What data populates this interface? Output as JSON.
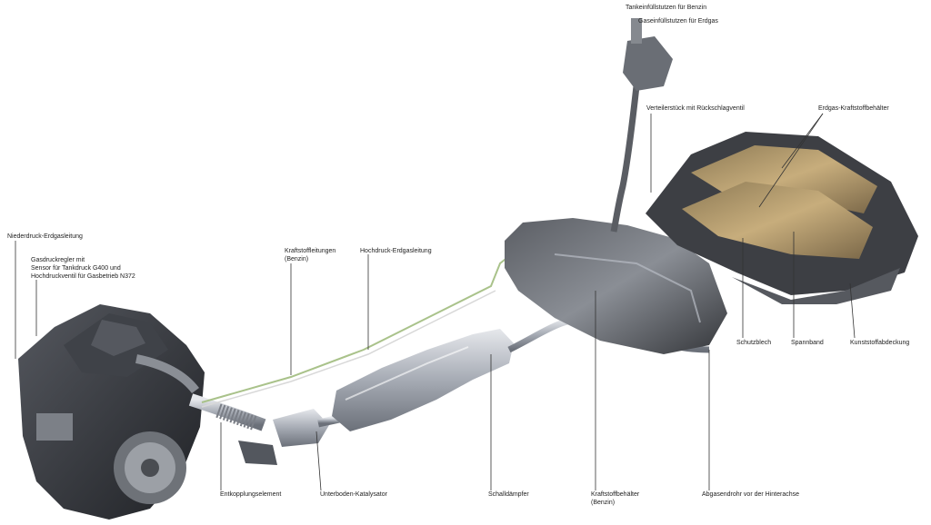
{
  "labels": {
    "tank_filler_petrol": "Tankeinfüllstutzen für Benzin",
    "tank_filler_cng": "Gaseinfüllstutzen für Erdgas",
    "distributor": "Verteilerstück mit Rückschlagventil",
    "cng_tanks": "Erdgas-Kraftstoffbehälter",
    "low_pressure_line": "Niederdruck-Erdgasleitung",
    "gas_regulator_line1": "Gasdruckregler mit",
    "gas_regulator_line2": "Sensor für Tankdruck G400 und",
    "gas_regulator_line3": "Hochdruckventil für Gasbetrieb N372",
    "fuel_lines_line1": "Kraftstoffleitungen",
    "fuel_lines_line2": "(Benzin)",
    "high_pressure_line": "Hochdruck-Erdgasleitung",
    "heat_shield": "Schutzblech",
    "tension_strap": "Spannband",
    "plastic_cover": "Kunststoffabdeckung",
    "decoupling": "Entkopplungselement",
    "catalyst": "Unterboden-Katalysator",
    "muffler": "Schalldämpfer",
    "fuel_tank_line1": "Kraftstoffbehälter",
    "fuel_tank_line2": "(Benzin)",
    "exhaust_pipe": "Abgasendrohr vor der Hinterachse"
  },
  "colors": {
    "leader": "#333333",
    "fuel_line_green": "#a9c28a",
    "cng_tank_tan": "#b39a6b",
    "metal_dark": "#3d3f44",
    "metal_light": "#b8bcc4",
    "engine_dark": "#2c2e33"
  }
}
